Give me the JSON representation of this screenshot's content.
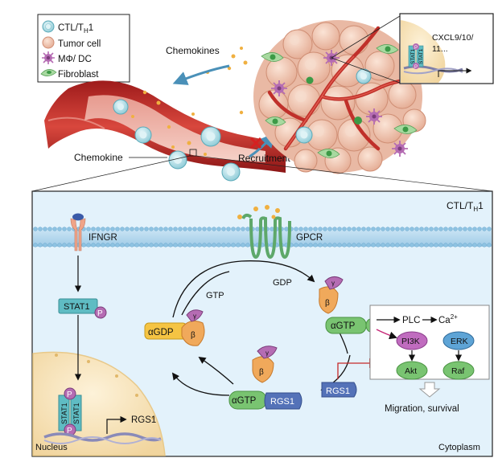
{
  "legend": {
    "items": [
      {
        "label": "CTL/T",
        "sub": "H",
        "suffix": "1"
      },
      {
        "label": "Tumor cell"
      },
      {
        "label": "MΦ/ DC"
      },
      {
        "label": "Fibroblast"
      }
    ]
  },
  "top": {
    "chemokines": "Chemokines",
    "chemokine": "Chemokine",
    "recruitment": "Recruitment",
    "inset_line1": "CXCL9/10/",
    "inset_line2": "11...",
    "stat1": "STAT1",
    "p": "P"
  },
  "panel": {
    "cell_label": "CTL/T",
    "cell_sub": "H",
    "cell_suffix": "1",
    "ifngr": "IFNGR",
    "gpcr": "GPCR",
    "stat1": "STAT1",
    "p": "P",
    "gtp": "GTP",
    "gdp": "GDP",
    "agdp": "αGDP",
    "agtp": "αGTP",
    "gamma": "γ",
    "beta": "β",
    "rgs1": "RGS1",
    "plc": "PLC",
    "ca": "Ca",
    "ca_sup": "2+",
    "pi3k": "PI3K",
    "erk": "ERK",
    "akt": "Akt",
    "raf": "Raf",
    "migration": "Migration, survival",
    "nucleus": "Nucleus",
    "cytoplasm": "Cytoplasm"
  },
  "colors": {
    "vessel": "#c0392b",
    "membrane": "#a9d4ee",
    "cytoplasm": "#dff0fa",
    "tumor": "#f2c9b4",
    "nucleus": "#f7e3b5",
    "teal": "#5fbcc3",
    "orange": "#f0a95b",
    "purple": "#b56cb3",
    "blue": "#5472b8",
    "green": "#79c471"
  }
}
